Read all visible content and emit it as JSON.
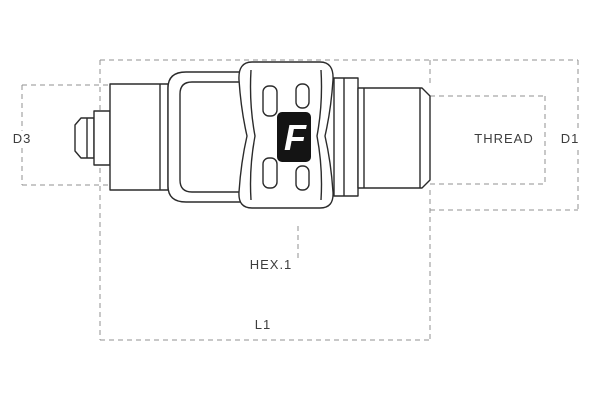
{
  "labels": {
    "d3": "D3",
    "thread": "THREAD",
    "d1": "D1",
    "hex": "HEX.1",
    "l1": "L1"
  },
  "logo": {
    "letter": "F"
  },
  "colors": {
    "background": "#ffffff",
    "drawing_line": "#2b2b2b",
    "dashed_dimension_line": "#909090",
    "label_text": "#3d3d3d",
    "logo_background": "#141414",
    "logo_letter": "#ffffff"
  }
}
